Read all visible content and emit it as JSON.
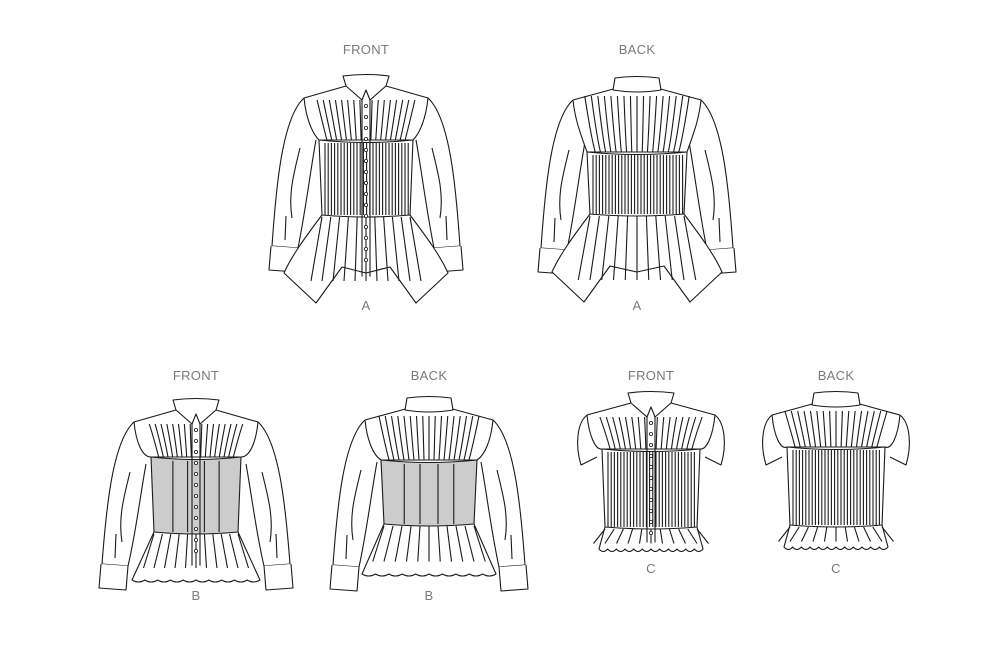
{
  "views": [
    {
      "id": "A-front",
      "label": "FRONT",
      "letter": "A",
      "side": "front",
      "sleeve": "long",
      "hem": "hanky",
      "corset_fill": "#ffffff",
      "pleats": true
    },
    {
      "id": "A-back",
      "label": "BACK",
      "letter": "A",
      "side": "back",
      "sleeve": "long",
      "hem": "hanky",
      "corset_fill": "#ffffff",
      "pleats": true
    },
    {
      "id": "B-front",
      "label": "FRONT",
      "letter": "B",
      "side": "front",
      "sleeve": "long",
      "hem": "peplum",
      "corset_fill": "#cccccc",
      "pleats": false
    },
    {
      "id": "B-back",
      "label": "BACK",
      "letter": "B",
      "side": "back",
      "sleeve": "long",
      "hem": "peplum",
      "corset_fill": "#cccccc",
      "pleats": false
    },
    {
      "id": "C-front",
      "label": "FRONT",
      "letter": "C",
      "side": "front",
      "sleeve": "cap",
      "hem": "ruffle",
      "corset_fill": "#ffffff",
      "pleats": true
    },
    {
      "id": "C-back",
      "label": "BACK",
      "letter": "C",
      "side": "back",
      "sleeve": "cap",
      "hem": "ruffle",
      "corset_fill": "#ffffff",
      "pleats": true
    }
  ],
  "colors": {
    "line": "#1a1a1a",
    "label": "#7a7a7a"
  }
}
